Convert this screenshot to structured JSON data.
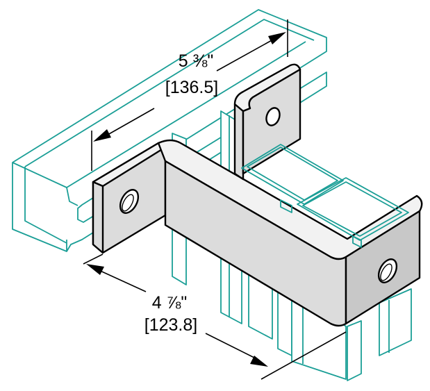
{
  "dimensions": {
    "width": {
      "imperial": "5 ⅜\"",
      "metric": "[136.5]"
    },
    "depth": {
      "imperial": "4 ⅞\"",
      "metric": "[123.8]"
    }
  },
  "colors": {
    "channel": "#1a9e96",
    "bracket_top": "#f2f2f2",
    "bracket_face": "#dcdcdc",
    "line": "#000000"
  }
}
